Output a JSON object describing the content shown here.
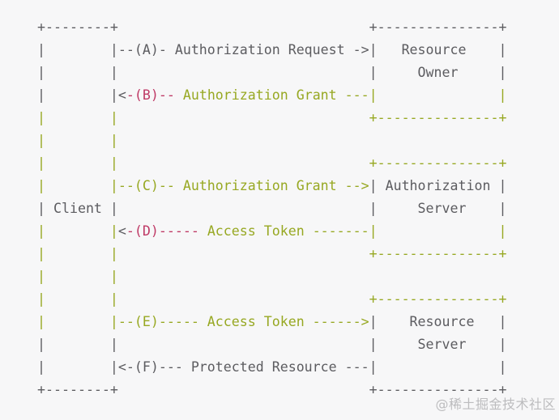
{
  "colors": {
    "background": "#f7f7f8",
    "gray": "#5c5c60",
    "green": "#97a822",
    "pink": "#bf3a66",
    "watermark": "#bcbcbe"
  },
  "diagram": {
    "title": "OAuth 2.0 abstract protocol flow (ASCII art)",
    "lines": [
      {
        "segments": [
          {
            "color": "gray",
            "text": "+--------+                               +---------------+"
          }
        ]
      },
      {
        "segments": [
          {
            "color": "gray",
            "text": "|        |--(A)- Authorization Request ->|   Resource    |"
          }
        ]
      },
      {
        "segments": [
          {
            "color": "gray",
            "text": "|        |                               |     Owner     |"
          }
        ]
      },
      {
        "segments": [
          {
            "color": "gray",
            "text": "|        |<"
          },
          {
            "color": "pink",
            "text": "-(B)--"
          },
          {
            "color": "green",
            "text": " Authorization Grant ---|               |"
          }
        ]
      },
      {
        "segments": [
          {
            "color": "green",
            "text": "|        |                               +---------------+"
          }
        ]
      },
      {
        "segments": [
          {
            "color": "green",
            "text": "|        |"
          }
        ]
      },
      {
        "segments": [
          {
            "color": "green",
            "text": "|        |                               +---------------+"
          }
        ]
      },
      {
        "segments": [
          {
            "color": "green",
            "text": "|        |--(C)-- Authorization Grant -->"
          },
          {
            "color": "gray",
            "text": "| Authorization |"
          }
        ]
      },
      {
        "segments": [
          {
            "color": "gray",
            "text": "| Client |                               |     Server    |"
          }
        ]
      },
      {
        "segments": [
          {
            "color": "green",
            "text": "|        |"
          },
          {
            "color": "gray",
            "text": "<"
          },
          {
            "color": "pink",
            "text": "-(D)-----"
          },
          {
            "color": "green",
            "text": " Access Token -------|               |"
          }
        ]
      },
      {
        "segments": [
          {
            "color": "green",
            "text": "|        |                               +---------------+"
          }
        ]
      },
      {
        "segments": [
          {
            "color": "green",
            "text": "|        |"
          }
        ]
      },
      {
        "segments": [
          {
            "color": "green",
            "text": "|        |                               +---------------+"
          }
        ]
      },
      {
        "segments": [
          {
            "color": "green",
            "text": "|        |--(E)----- Access Token ------>"
          },
          {
            "color": "gray",
            "text": "|    Resource   |"
          }
        ]
      },
      {
        "segments": [
          {
            "color": "gray",
            "text": "|        |                               |     Server    |"
          }
        ]
      },
      {
        "segments": [
          {
            "color": "gray",
            "text": "|        |<-(F)--- Protected Resource ---|               |"
          }
        ]
      },
      {
        "segments": [
          {
            "color": "gray",
            "text": "+--------+                               +---------------+"
          }
        ]
      }
    ]
  },
  "watermark": {
    "text": "@稀土掘金技术社区"
  }
}
